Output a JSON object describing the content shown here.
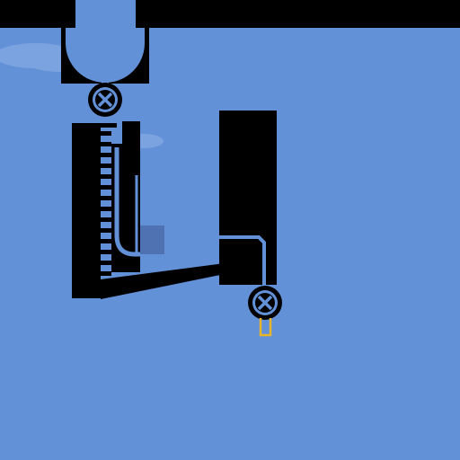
{
  "scene": {
    "type": "physics-puzzle-level",
    "colors": {
      "sky": "#6391D8",
      "cloud": "#7BA3E0",
      "solid": "#000000",
      "pipe": "#6391D8",
      "crate": "#4F73B2",
      "goal": "#E8B52A"
    },
    "objects": [
      {
        "id": "top-left-ceiling",
        "kind": "wall"
      },
      {
        "id": "top-right-ceiling",
        "kind": "wall"
      },
      {
        "id": "water-inlet-pipe",
        "kind": "pipe"
      },
      {
        "id": "funnel-hopper",
        "kind": "container"
      },
      {
        "id": "top-valve-wheel",
        "kind": "valve",
        "icon": "valve-wheel-icon"
      },
      {
        "id": "ruler-tower",
        "kind": "wall"
      },
      {
        "id": "u-tube-pipe",
        "kind": "pipe"
      },
      {
        "id": "sliding-crate",
        "kind": "crate"
      },
      {
        "id": "sloped-ramp",
        "kind": "ramp"
      },
      {
        "id": "right-tower",
        "kind": "wall"
      },
      {
        "id": "bottom-valve-wheel",
        "kind": "valve",
        "icon": "valve-wheel-icon"
      },
      {
        "id": "goal-cup",
        "kind": "goal",
        "icon": "cup-icon"
      }
    ]
  }
}
